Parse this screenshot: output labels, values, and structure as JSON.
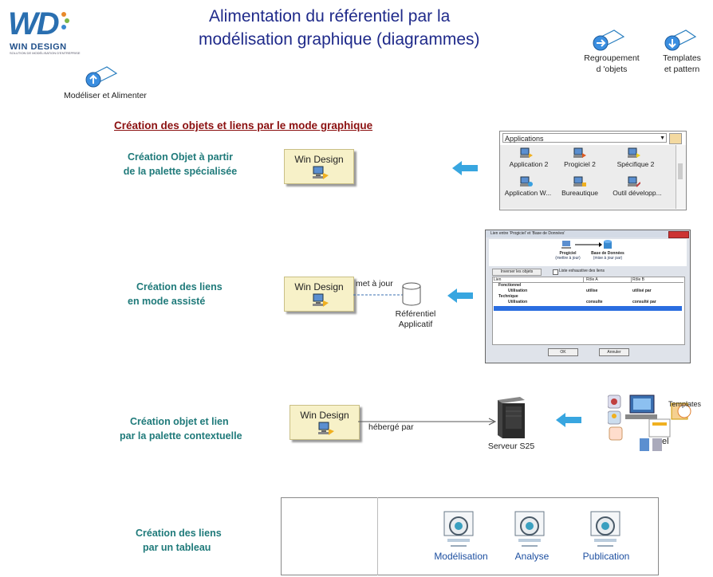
{
  "logo": {
    "letters": "WD",
    "name": "WIN DESIGN",
    "tagline": "SOLUTION DE MODÉLISATION D'ENTREPRISE"
  },
  "title": {
    "line1": "Alimentation du référentiel par la",
    "line2": "modélisation graphique (diagrammes)"
  },
  "nav": {
    "model": {
      "label": "Modéliser et Alimenter",
      "icon": "arrow-up-icon"
    },
    "group": {
      "label_1": "Regroupement",
      "label_2": "d 'objets",
      "icon": "arrow-right-icon"
    },
    "templates": {
      "label_1": "Templates",
      "label_2": "et pattern",
      "icon": "arrow-down-icon"
    }
  },
  "section_title": "Création des objets et liens par le mode graphique",
  "steps": [
    {
      "line1": "Création Objet à partir",
      "line2": "de la palette spécialisée"
    },
    {
      "line1": "Création des liens",
      "line2": "en mode assisté"
    },
    {
      "line1": "Création objet et  lien",
      "line2": "par la palette contextuelle"
    },
    {
      "line1": "Création des liens",
      "line2": "par un tableau"
    }
  ],
  "win_design_label": "Win Design",
  "assist": {
    "link_label": "met à jour",
    "db_label_1": "Référentiel",
    "db_label_2": "Applicatif"
  },
  "context": {
    "link_label": "hébergé par",
    "server_label": "Serveur S25",
    "partial_label": "el"
  },
  "palette": {
    "dropdown": "Applications",
    "items": [
      "Application 2",
      "Progiciel 2",
      "Spécifique 2",
      "Application W...",
      "Bureautique",
      "Outil développ..."
    ]
  },
  "dialog": {
    "title": "Lien entre 'Progiciel' et 'Base de Données'",
    "node1": "Progiciel",
    "node1_sub": "(mettre à jour)",
    "node2": "Base de Données",
    "node2_sub": "(mise à jour par)",
    "invert_label": "Inverser les objets",
    "checkbox_label": "Liste exhaustive des liens",
    "columns": [
      "Lien",
      "Rôle A",
      "Rôle B"
    ],
    "rows": [
      [
        "Fonctionnel",
        "",
        ""
      ],
      [
        "Utilisation",
        "utilise",
        "utilisé par"
      ],
      [
        "Technique",
        "",
        ""
      ],
      [
        "Utilisation",
        "consulte",
        "consulté par"
      ],
      [
        "",
        "",
        ""
      ]
    ],
    "ok": "OK",
    "cancel": "Annuler"
  },
  "table_views": [
    "Modélisation",
    "Analyse",
    "Publication"
  ],
  "colors": {
    "title": "#1f2a8a",
    "step": "#1f7a7a",
    "section": "#8b1010",
    "arrow": "#38a6e0",
    "box": "#f7f1c8"
  }
}
